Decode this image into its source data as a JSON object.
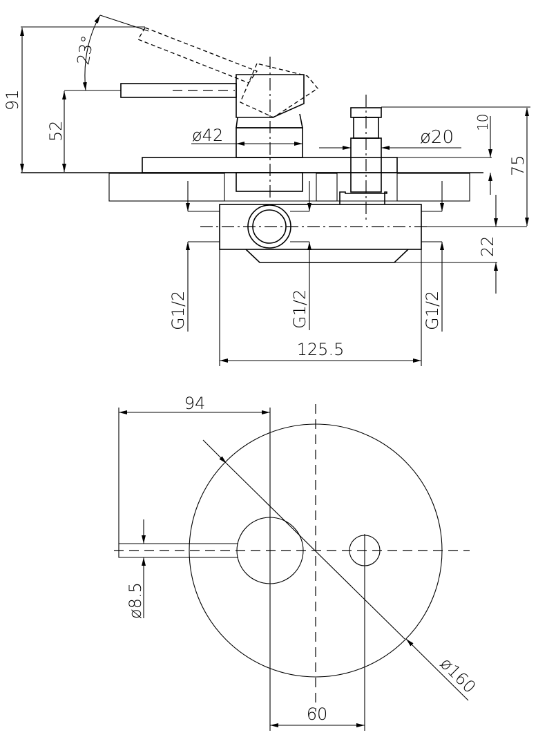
{
  "side_view": {
    "angle_label": "23°",
    "height_total_label": "91",
    "handle_height_label": "52",
    "body_diameter_label": "ø42",
    "stem_diameter_label": "ø20",
    "cap_height_label": "10",
    "depth_label": "75",
    "port_offset_label": "22",
    "port_left_label": "G1/2",
    "port_middle_label": "G1/2",
    "port_right_label": "G1/2",
    "body_width_label": "125.5"
  },
  "top_view": {
    "handle_reach_label": "94",
    "handle_diameter_label": "ø8.5",
    "plate_diameter_label": "ø160",
    "spacing_label": "60"
  },
  "colors": {
    "line": "#000000",
    "background": "#ffffff"
  }
}
